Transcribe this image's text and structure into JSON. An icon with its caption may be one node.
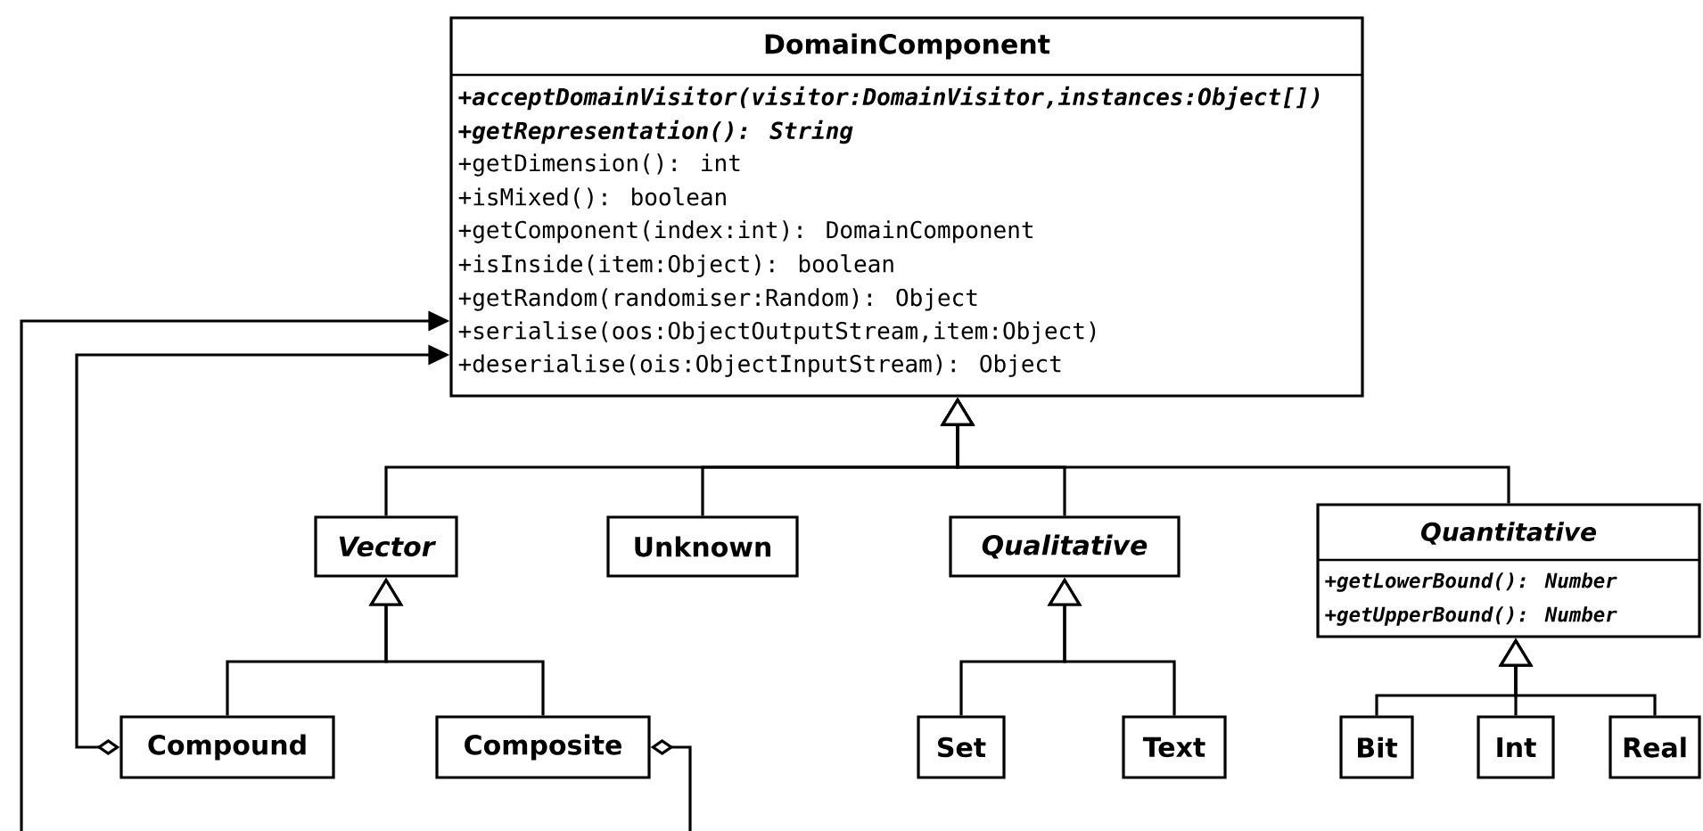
{
  "diagram": {
    "nodes": [
      {
        "text": [
          "DomainComponent",
          "+acceptDomainVisitor(visitor:DomainVisitor,instances:Object[])",
          "+getRepresentation(): String",
          "+getDimension(): int",
          "+isMixed(): boolean",
          "+getComponent(index:int): DomainComponent",
          "+isInside(item:Object): boolean",
          "+getRandom(randomiser:Random): Object",
          "+serialise(oos:ObjectOutputStream,item:Object)",
          "+deserialise(ois:ObjectInputStream): Object"
        ]
      },
      {
        "text": [
          "Vector"
        ]
      },
      {
        "text": [
          "Unknown"
        ]
      },
      {
        "text": [
          "Qualitative"
        ]
      },
      {
        "text": [
          "Quantitative",
          "+getLowerBound(): Number",
          "+getUpperBound(): Number"
        ]
      },
      {
        "text": [
          "Compound"
        ]
      },
      {
        "text": [
          "Composite"
        ]
      },
      {
        "text": [
          "Set"
        ]
      },
      {
        "text": [
          "Text"
        ]
      },
      {
        "text": [
          "Bit"
        ]
      },
      {
        "text": [
          "Int"
        ]
      },
      {
        "text": [
          "Real"
        ]
      }
    ],
    "edges": [
      {
        "from": 1,
        "to": 0,
        "arrow": "to"
      },
      {
        "from": 2,
        "to": 0,
        "arrow": "to"
      },
      {
        "from": 3,
        "to": 0,
        "arrow": "to"
      },
      {
        "from": 4,
        "to": 0,
        "arrow": "to"
      },
      {
        "from": 5,
        "to": 1,
        "arrow": "to"
      },
      {
        "from": 6,
        "to": 1,
        "arrow": "to"
      },
      {
        "from": 7,
        "to": 3,
        "arrow": "to"
      },
      {
        "from": 8,
        "to": 3,
        "arrow": "to"
      },
      {
        "from": 9,
        "to": 4,
        "arrow": "to"
      },
      {
        "from": 10,
        "to": 4,
        "arrow": "to"
      },
      {
        "from": 11,
        "to": 4,
        "arrow": "to"
      },
      {
        "from": 5,
        "to": 0,
        "arrow": "to"
      },
      {
        "from": 6,
        "to": 0,
        "arrow": "to"
      }
    ]
  }
}
